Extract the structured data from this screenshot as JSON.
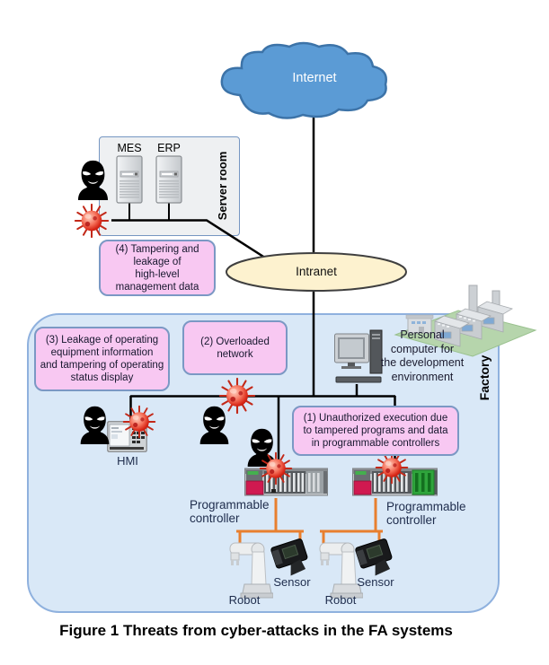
{
  "figure": {
    "caption": "Figure 1 Threats from cyber-attacks in the FA systems"
  },
  "network": {
    "internet_label": "Internet",
    "intranet_label": "Intranet"
  },
  "server_room": {
    "label": "Server room",
    "servers": [
      {
        "name": "MES"
      },
      {
        "name": "ERP"
      }
    ]
  },
  "factory": {
    "label": "Factory"
  },
  "threats": [
    {
      "number": "(1)",
      "text": [
        "(1) Unauthorized execution due",
        "to tampered programs and data",
        "in programmable controllers"
      ]
    },
    {
      "number": "(2)",
      "text": [
        "(2) Overloaded",
        "network"
      ]
    },
    {
      "number": "(3)",
      "text": [
        "(3) Leakage of operating",
        "equipment information",
        "and tampering of operating",
        "status display"
      ]
    },
    {
      "number": "(4)",
      "text": [
        "(4) Tampering and",
        "leakage of",
        "high-level",
        "management data"
      ]
    }
  ],
  "devices": {
    "pc_label": [
      "Personal",
      "computer for",
      "the development",
      "environment"
    ],
    "hmi_label": "HMI",
    "controller_label": [
      "Programmable",
      "controller"
    ],
    "robot_label": "Robot",
    "sensor_label": "Sensor"
  },
  "colors": {
    "cloud_fill": "#5b9bd5",
    "factory_fill": "#d9e8f7",
    "threat_box_fill": "#f8c8f2",
    "intranet_fill": "#fdf2cf",
    "server_room_fill": "#eef0f2",
    "network_line": "#000000",
    "field_line": "#e87f2f",
    "virus_red": "#d92818"
  }
}
